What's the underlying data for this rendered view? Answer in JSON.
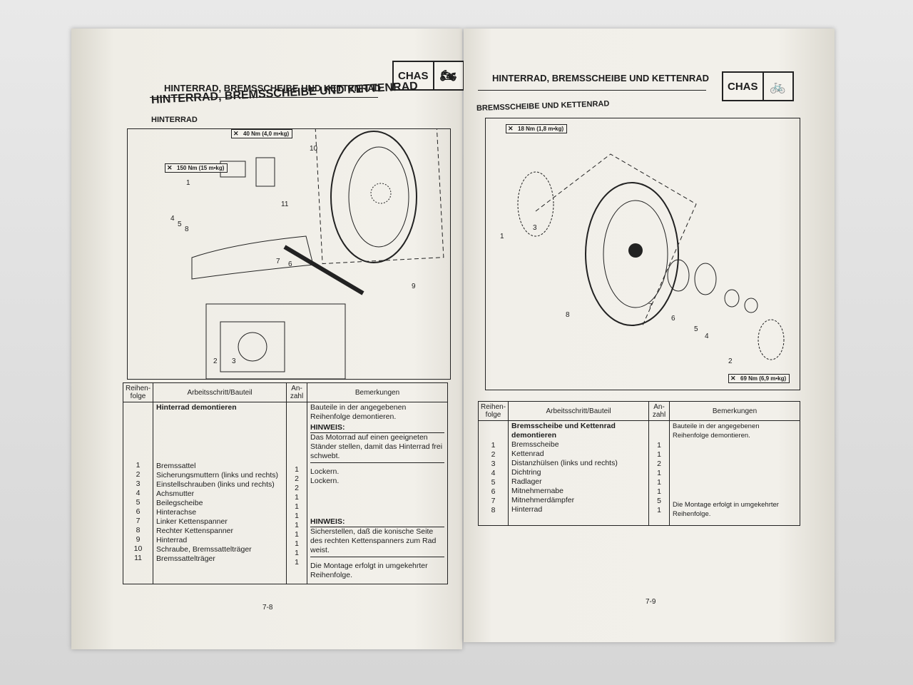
{
  "left_page": {
    "running_header": "HINTERRAD, BREMSSCHEIBE UND KETTENRAD",
    "section_badge": "CHAS",
    "section_icon": "motorcycle-icon",
    "title": "HINTERRAD, BREMSSCHEIBE UND KETTENRAD",
    "subtitle": "HINTERRAD",
    "torques": [
      "40 Nm (4,0 m•kg)",
      "150 Nm (15 m•kg)"
    ],
    "callouts": [
      "1",
      "2",
      "3",
      "4",
      "5",
      "6",
      "7",
      "8",
      "9",
      "10",
      "11"
    ],
    "table": {
      "headers": [
        "Reihen-folge",
        "Arbeitsschritt/Bauteil",
        "An-zahl",
        "Bemerkungen"
      ],
      "group_title": "Hinterrad demontieren",
      "rows": [
        {
          "nr": "1",
          "part": "Bremssattel",
          "qty": "1",
          "note": ""
        },
        {
          "nr": "2",
          "part": "Sicherungsmuttern (links und rechts)",
          "qty": "2",
          "note": "Lockern."
        },
        {
          "nr": "3",
          "part": "Einstellschrauben (links und rechts)",
          "qty": "2",
          "note": "Lockern."
        },
        {
          "nr": "4",
          "part": "Achsmutter",
          "qty": "1",
          "note": ""
        },
        {
          "nr": "5",
          "part": "Beilegscheibe",
          "qty": "1",
          "note": ""
        },
        {
          "nr": "6",
          "part": "Hinterachse",
          "qty": "1",
          "note": ""
        },
        {
          "nr": "7",
          "part": "Linker Kettenspanner",
          "qty": "1",
          "note": ""
        },
        {
          "nr": "8",
          "part": "Rechter Kettenspanner",
          "qty": "1",
          "note": ""
        },
        {
          "nr": "9",
          "part": "Hinterrad",
          "qty": "1",
          "note": ""
        },
        {
          "nr": "10",
          "part": "Schraube, Bremssattelträger",
          "qty": "1",
          "note": ""
        },
        {
          "nr": "11",
          "part": "Bremssattelträger",
          "qty": "1",
          "note": ""
        }
      ],
      "remark_intro": "Bauteile in der angegebenen Reihenfolge demontieren.",
      "hinweis_label": "HINWEIS:",
      "hinweis_1": "Das Motorrad auf einen geeigneten Ständer stellen, damit das Hinterrad frei schwebt.",
      "hinweis_2": "Sicherstellen, daß die konische Seite des rechten Kettenspanners zum Rad weist.",
      "remark_end": "Die Montage erfolgt in umgekehrter Reihenfolge."
    },
    "page_number": "7-8"
  },
  "right_page": {
    "running_header": "HINTERRAD, BREMSSCHEIBE UND KETTENRAD",
    "section_badge": "CHAS",
    "section_icon": "motorcycle-icon",
    "title": "BREMSSCHEIBE UND KETTENRAD",
    "torques": [
      "18 Nm (1,8 m•kg)",
      "69 Nm (6,9 m•kg)"
    ],
    "callouts": [
      "1",
      "2",
      "3",
      "4",
      "5",
      "6",
      "7",
      "8"
    ],
    "table": {
      "headers": [
        "Reihen-folge",
        "Arbeitsschritt/Bauteil",
        "An-zahl",
        "Bemerkungen"
      ],
      "group_title": "Bremsscheibe und Kettenrad demontieren",
      "rows": [
        {
          "nr": "1",
          "part": "Bremsscheibe",
          "qty": "1"
        },
        {
          "nr": "2",
          "part": "Kettenrad",
          "qty": "1"
        },
        {
          "nr": "3",
          "part": "Distanzhülsen (links und rechts)",
          "qty": "2"
        },
        {
          "nr": "4",
          "part": "Dichtring",
          "qty": "1"
        },
        {
          "nr": "5",
          "part": "Radlager",
          "qty": "1"
        },
        {
          "nr": "6",
          "part": "Mitnehmernabe",
          "qty": "1"
        },
        {
          "nr": "7",
          "part": "Mitnehmerdämpfer",
          "qty": "5"
        },
        {
          "nr": "8",
          "part": "Hinterrad",
          "qty": "1"
        }
      ],
      "remark_intro": "Bauteile in der angegebenen Reihenfolge demontieren.",
      "remark_end": "Die Montage erfolgt in umgekehrter Reihenfolge."
    },
    "page_number": "7-9"
  }
}
